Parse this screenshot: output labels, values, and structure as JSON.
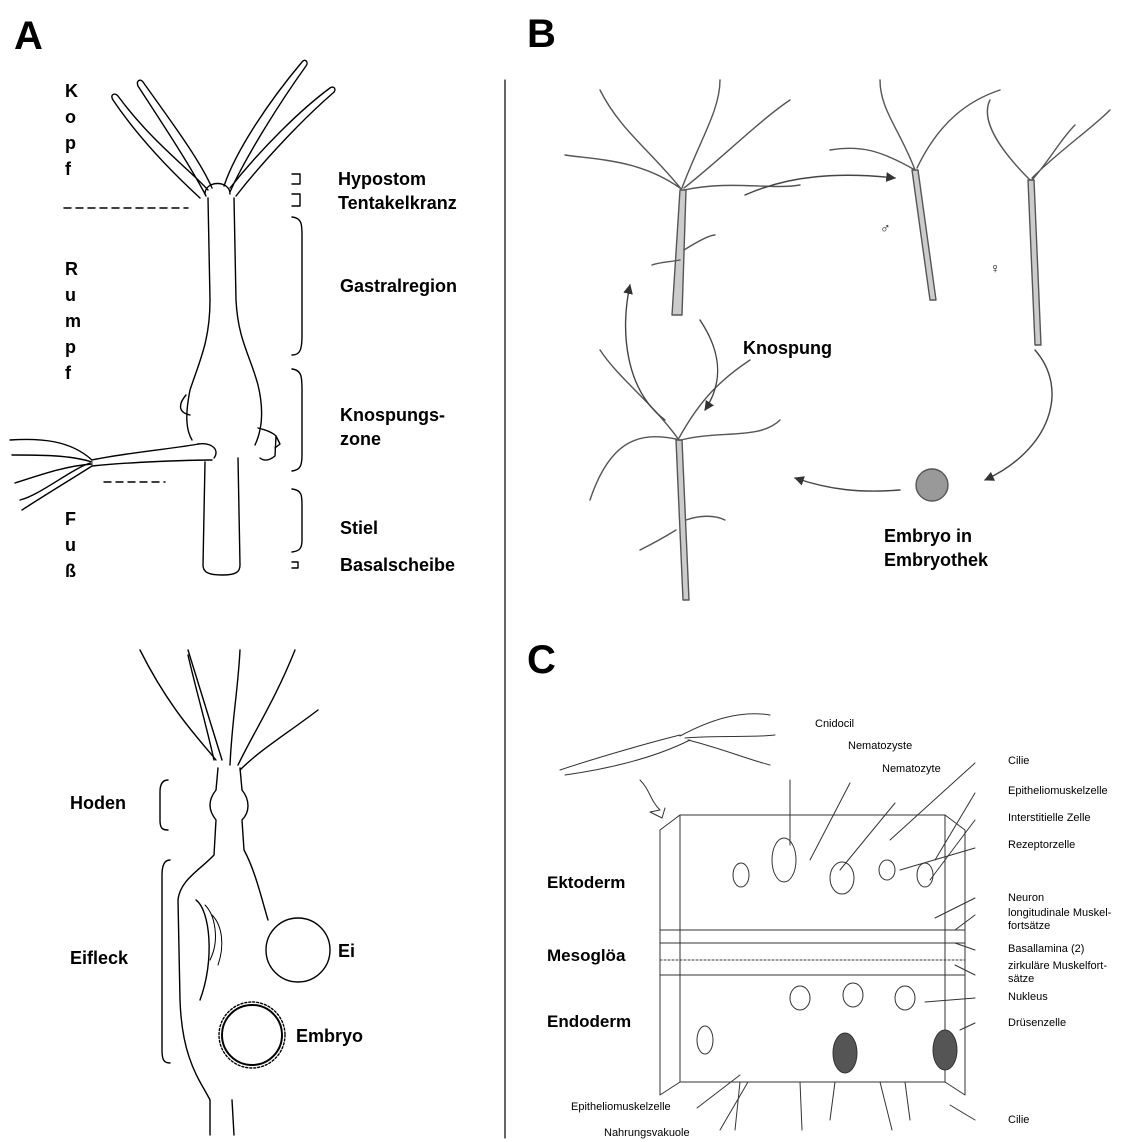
{
  "panels": {
    "a": "A",
    "b": "B",
    "c": "C"
  },
  "panel_a": {
    "vertical_labels": {
      "kopf": "Kopf",
      "rumpf": "Rumpf",
      "fuss": "Fuß"
    },
    "body_regions": {
      "hypostom": "Hypostom",
      "tentakelkranz": "Tentakelkranz",
      "gastralregion": "Gastralregion",
      "knospungszone_1": "Knospungs-",
      "knospungszone_2": "zone",
      "stiel": "Stiel",
      "basalscheibe": "Basalscheibe"
    },
    "sexual_polyp": {
      "hoden": "Hoden",
      "eifleck": "Eifleck",
      "ei": "Ei",
      "embryo": "Embryo"
    }
  },
  "panel_b": {
    "knospung": "Knospung",
    "embryo_1": "Embryo in",
    "embryo_2": "Embryothek",
    "male_symbol": "♂",
    "female_symbol": "♀"
  },
  "panel_c": {
    "layers": {
      "ektoderm": "Ektoderm",
      "mesogloea": "Mesoglöa",
      "endoderm": "Endoderm"
    },
    "top_labels": {
      "cnidocil": "Cnidocil",
      "nematozyste": "Nematozyste",
      "nematozyte": "Nematozyte"
    },
    "right_labels": [
      "Cilie",
      "Epitheliomuskelzelle",
      "Interstitielle Zelle",
      "Rezeptorzelle",
      "Neuron",
      "longitudinale Muskel-",
      "fortsätze",
      "Basallamina (2)",
      "zirkuläre Muskelfort-",
      "sätze",
      "Nukleus",
      "Drüsenzelle"
    ],
    "bottom_labels": {
      "epitheliomuskelzelle": "Epitheliomuskelzelle",
      "nahrungsvakuole": "Nahrungsvakuole",
      "cilie": "Cilie"
    }
  }
}
